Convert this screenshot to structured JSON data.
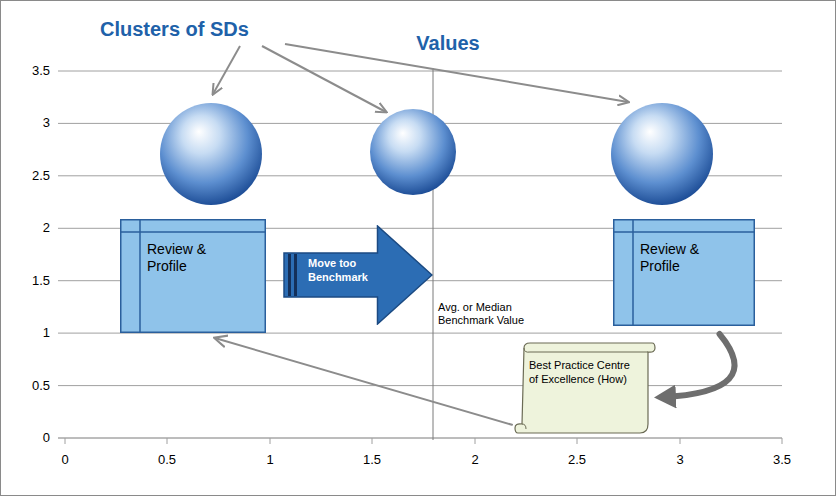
{
  "diagram": {
    "title": "Values",
    "nodes": [
      {
        "text": [
          "Review & Profile"
        ]
      },
      {
        "text": [
          "Move too Benchmark"
        ]
      },
      {
        "text": [
          "Review & Profile"
        ]
      },
      {
        "text": [
          "Best Practice Centre of Excellence (How)"
        ]
      }
    ],
    "edges": [
      {
        "from": 3,
        "to": 0,
        "arrow": "to"
      },
      {
        "from": 2,
        "to": 3,
        "arrow": "to"
      }
    ],
    "labels": [
      "Clusters of SDs",
      "3.5",
      "3",
      "2.5",
      "2",
      "1.5",
      "1",
      "0.5",
      "0",
      "0",
      "0.5",
      "1",
      "1.5",
      "2",
      "2.5",
      "3",
      "3.5",
      "Avg. or Median Benchmark Value"
    ]
  }
}
